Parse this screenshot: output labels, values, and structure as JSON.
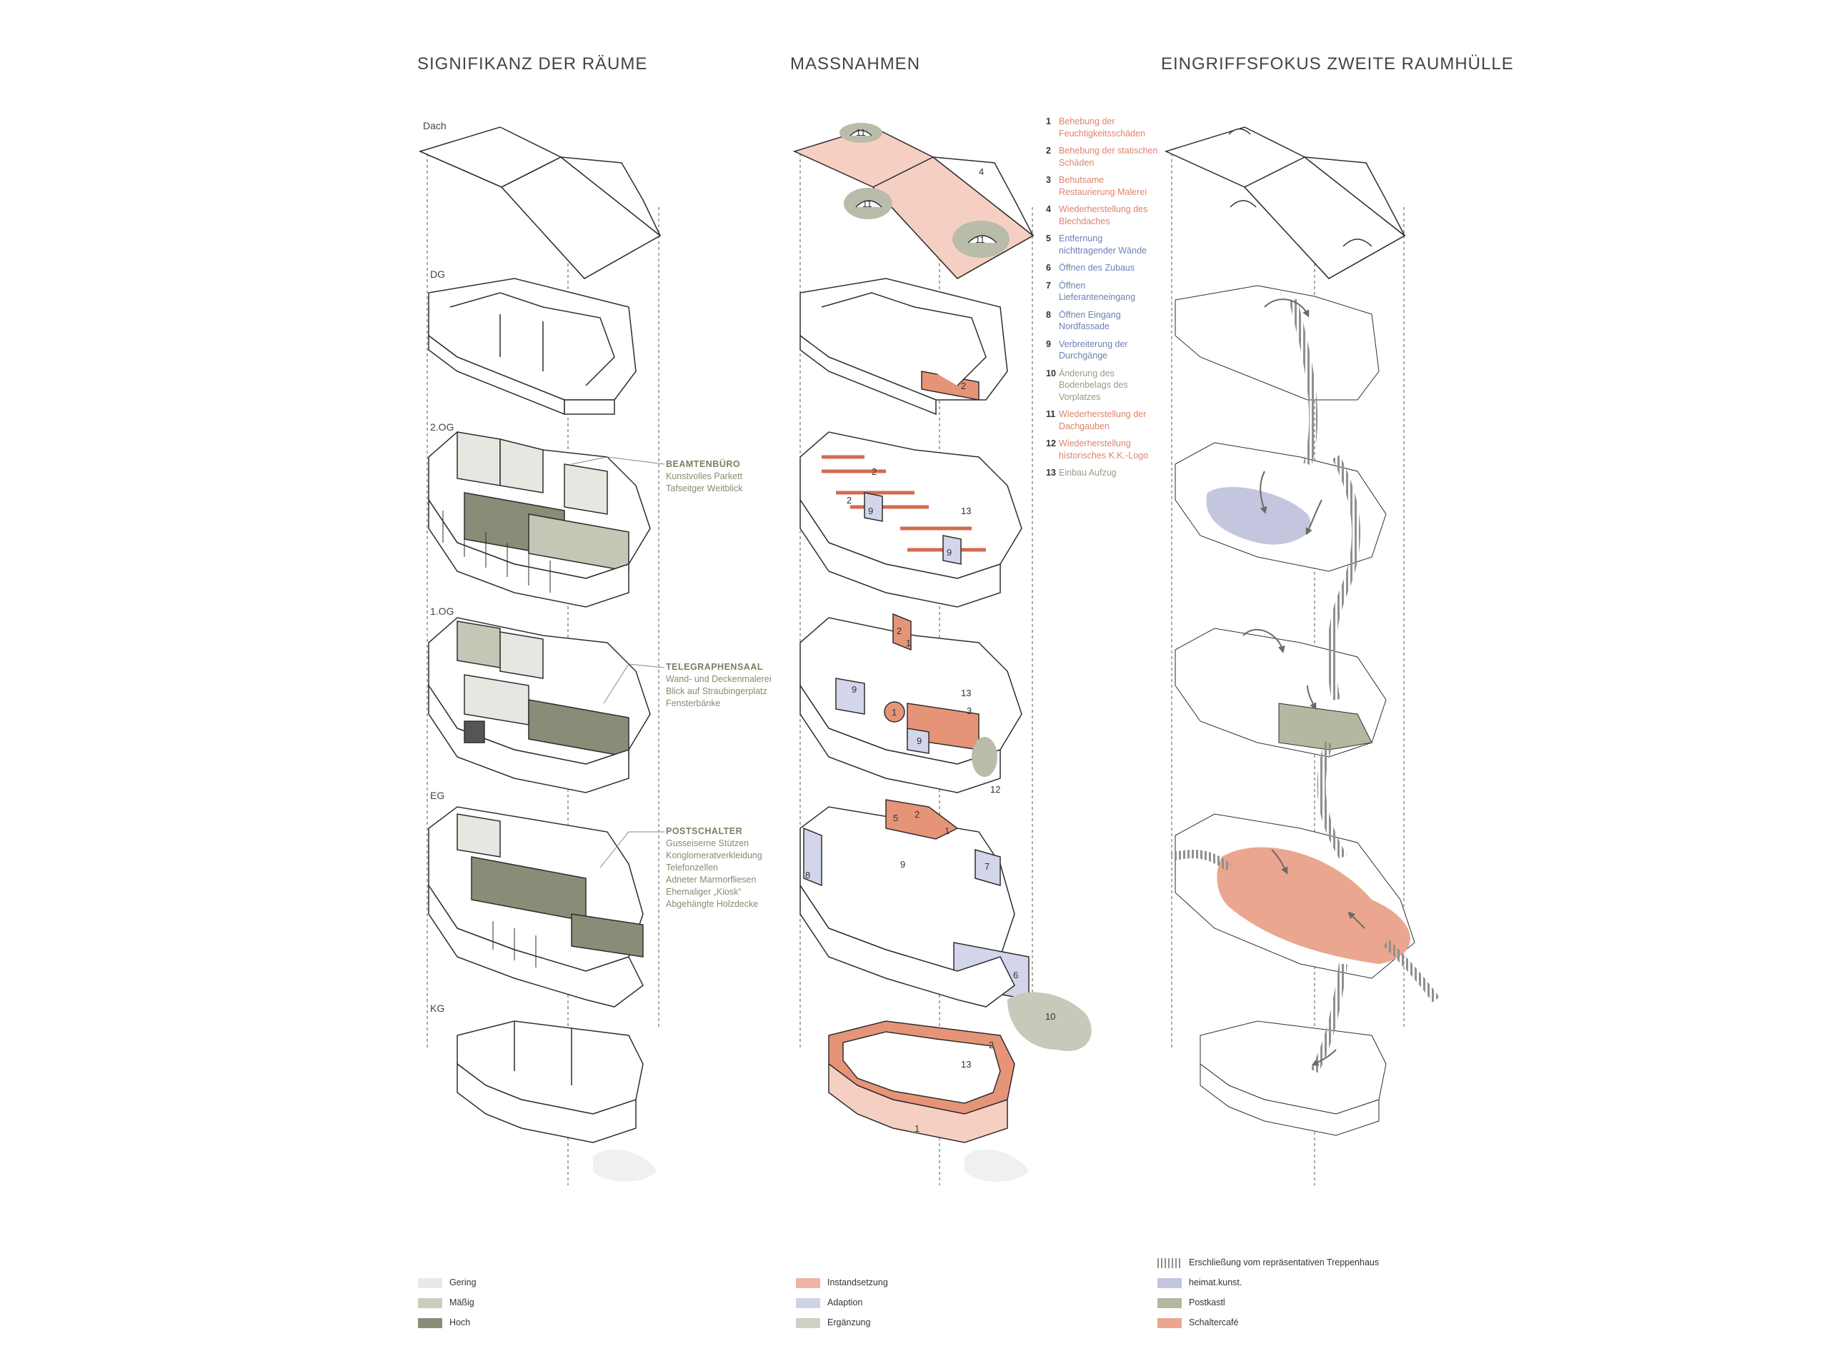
{
  "titles": {
    "left": "SIGNIFIKANZ DER RÄUME",
    "middle": "MASSNAHMEN",
    "right": "EINGRIFFSFOKUS ZWEITE RAUMHÜLLE"
  },
  "floors": {
    "dach": "Dach",
    "dg": "DG",
    "og2": "2.OG",
    "og1": "1.OG",
    "eg": "EG",
    "kg": "KG"
  },
  "annotations": {
    "beamtenbuero": {
      "head": "BEAMTENBÜRO",
      "lines": [
        "Kunstvolles Parkett",
        "Tafseitger Weitblick"
      ]
    },
    "telegraphensaal": {
      "head": "TELEGRAPHENSAAL",
      "lines": [
        "Wand- und Deckenmalerei",
        "Blick auf Straubingerplatz",
        "Fensterbänke"
      ]
    },
    "postschalter": {
      "head": "POSTSCHALTER",
      "lines": [
        "Gusseiserne Stützen",
        "Konglomeratverkleidung",
        "Telefonzellen",
        "Adneter Marmorfliesen",
        "Ehemaliger „Kiosk“",
        "Abgehängte Holzdecke"
      ]
    }
  },
  "measures": [
    {
      "num": "1",
      "text": "Behebung der Feuchtigkeitsschäden",
      "cat": "orange"
    },
    {
      "num": "2",
      "text": "Behebung der statischen Schäden",
      "cat": "orange"
    },
    {
      "num": "3",
      "text": "Behutsame Restaurierung Malerei",
      "cat": "orange"
    },
    {
      "num": "4",
      "text": "Wiederherstellung des Blechdaches",
      "cat": "orange"
    },
    {
      "num": "5",
      "text": "Entfernung nichttragender Wände",
      "cat": "blue"
    },
    {
      "num": "6",
      "text": "Öffnen des Zubaus",
      "cat": "blue"
    },
    {
      "num": "7",
      "text": "Öffnen Lieferanteneingang",
      "cat": "blue"
    },
    {
      "num": "8",
      "text": "Öffnen Eingang Nordfassade",
      "cat": "blue"
    },
    {
      "num": "9",
      "text": "Verbreiterung der Durchgänge",
      "cat": "blue"
    },
    {
      "num": "10",
      "text": "Änderung des Bodenbelags des Vorplatzes",
      "cat": "gray"
    },
    {
      "num": "11",
      "text": "Wiederherstellung der Dachgauben",
      "cat": "orange"
    },
    {
      "num": "12",
      "text": "Wiederherstellung historisches K.K.-Logo",
      "cat": "orange"
    },
    {
      "num": "13",
      "text": "Einbau Aufzug",
      "cat": "gray"
    }
  ],
  "diagram_numbers": {
    "n11a": "11",
    "n11b": "11",
    "n11c": "11",
    "n4": "4",
    "n2_dg": "2",
    "n2_og2a": "2",
    "n2_og2b": "2",
    "n9_og2": "9",
    "n13_og2": "13",
    "n9b_og2": "9",
    "n2_og1": "2",
    "n1_og1": "1",
    "n9_og1": "9",
    "n1b_og1": "1",
    "n3_og1": "3",
    "n9b_og1": "9",
    "n13_og1": "13",
    "n12": "12",
    "n5_eg": "5",
    "n2_eg": "2",
    "n1_eg": "1",
    "n9_eg": "9",
    "n8_eg": "8",
    "n7_eg": "7",
    "n6_eg": "6",
    "n10": "10",
    "n2_kg": "2",
    "n13_kg": "13",
    "n1_kg": "1"
  },
  "legends": {
    "significance": [
      {
        "label": "Gering",
        "color": "#e9eae5"
      },
      {
        "label": "Mäßig",
        "color": "#ccccbf"
      },
      {
        "label": "Hoch",
        "color": "#8a8c78"
      }
    ],
    "measures": [
      {
        "label": "Instandsetzung",
        "color": "#f0b4a4"
      },
      {
        "label": "Adaption",
        "color": "#cfd3e6"
      },
      {
        "label": "Ergänzung",
        "color": "#cfd0c4"
      }
    ],
    "focus": [
      {
        "label": "Erschließung vom repräsentativen Treppenhaus",
        "color": "hatch"
      },
      {
        "label": "heimat.kunst.",
        "color": "#c3c6de"
      },
      {
        "label": "Postkastl",
        "color": "#b3b8a0"
      },
      {
        "label": "Schaltercafé",
        "color": "#eba68f"
      }
    ]
  },
  "colors": {
    "orange": "#e0836b",
    "orange_fill": "#f6cfc3",
    "orange_strong": "#e69478",
    "blue": "#6f7fb5",
    "blue_fill": "#d3d6ea",
    "olive_dark": "#8a8c78",
    "olive_mid": "#c5c6b6",
    "olive_light": "#e6e7e0",
    "green_gray": "#b5b9a5",
    "line": "#2e2e2e"
  }
}
